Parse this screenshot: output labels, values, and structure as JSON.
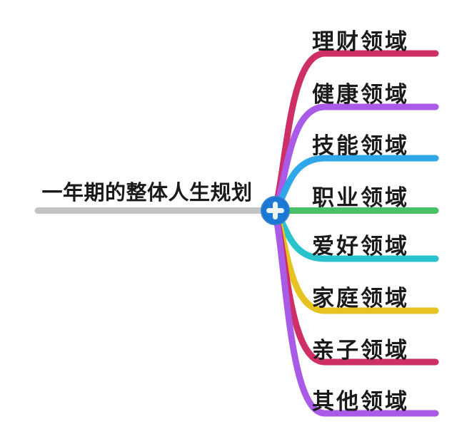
{
  "diagram": {
    "root": {
      "label": "一年期的整体人生规划",
      "underline_color": "#c3c3c3"
    },
    "add_button": {
      "icon": "plus-icon",
      "color": "#1d79d6",
      "glyph_color": "#ffffff"
    },
    "branches": [
      {
        "label": "理财领域",
        "color": "#ce2f67"
      },
      {
        "label": "健康领域",
        "color": "#a95ae6"
      },
      {
        "label": "技能领域",
        "color": "#2fa7e9"
      },
      {
        "label": "职业领域",
        "color": "#49c167"
      },
      {
        "label": "爱好领域",
        "color": "#29c3cd"
      },
      {
        "label": "家庭领域",
        "color": "#e7c322"
      },
      {
        "label": "亲子领域",
        "color": "#ce2f67"
      },
      {
        "label": "其他领域",
        "color": "#a95ae6"
      }
    ]
  }
}
